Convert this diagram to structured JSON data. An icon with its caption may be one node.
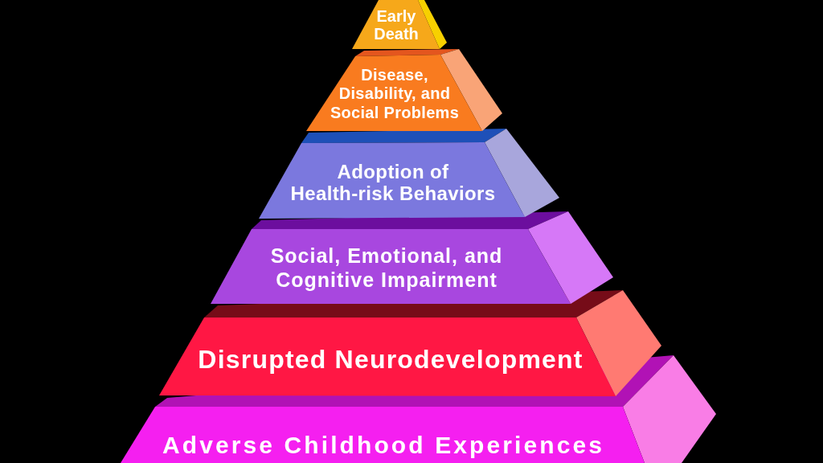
{
  "diagram": {
    "nodes": [
      {
        "text": [
          "Early Death"
        ]
      },
      {
        "text": [
          "Disease, Disability, and Social Problems"
        ]
      },
      {
        "text": [
          "Adoption of Health-risk Behaviors"
        ]
      },
      {
        "text": [
          "Social, Emotional, and Cognitive Impairment"
        ]
      },
      {
        "text": [
          "Disrupted Neurodevelopment"
        ]
      },
      {
        "text": [
          "Adverse Childhood Experiences"
        ]
      }
    ]
  }
}
